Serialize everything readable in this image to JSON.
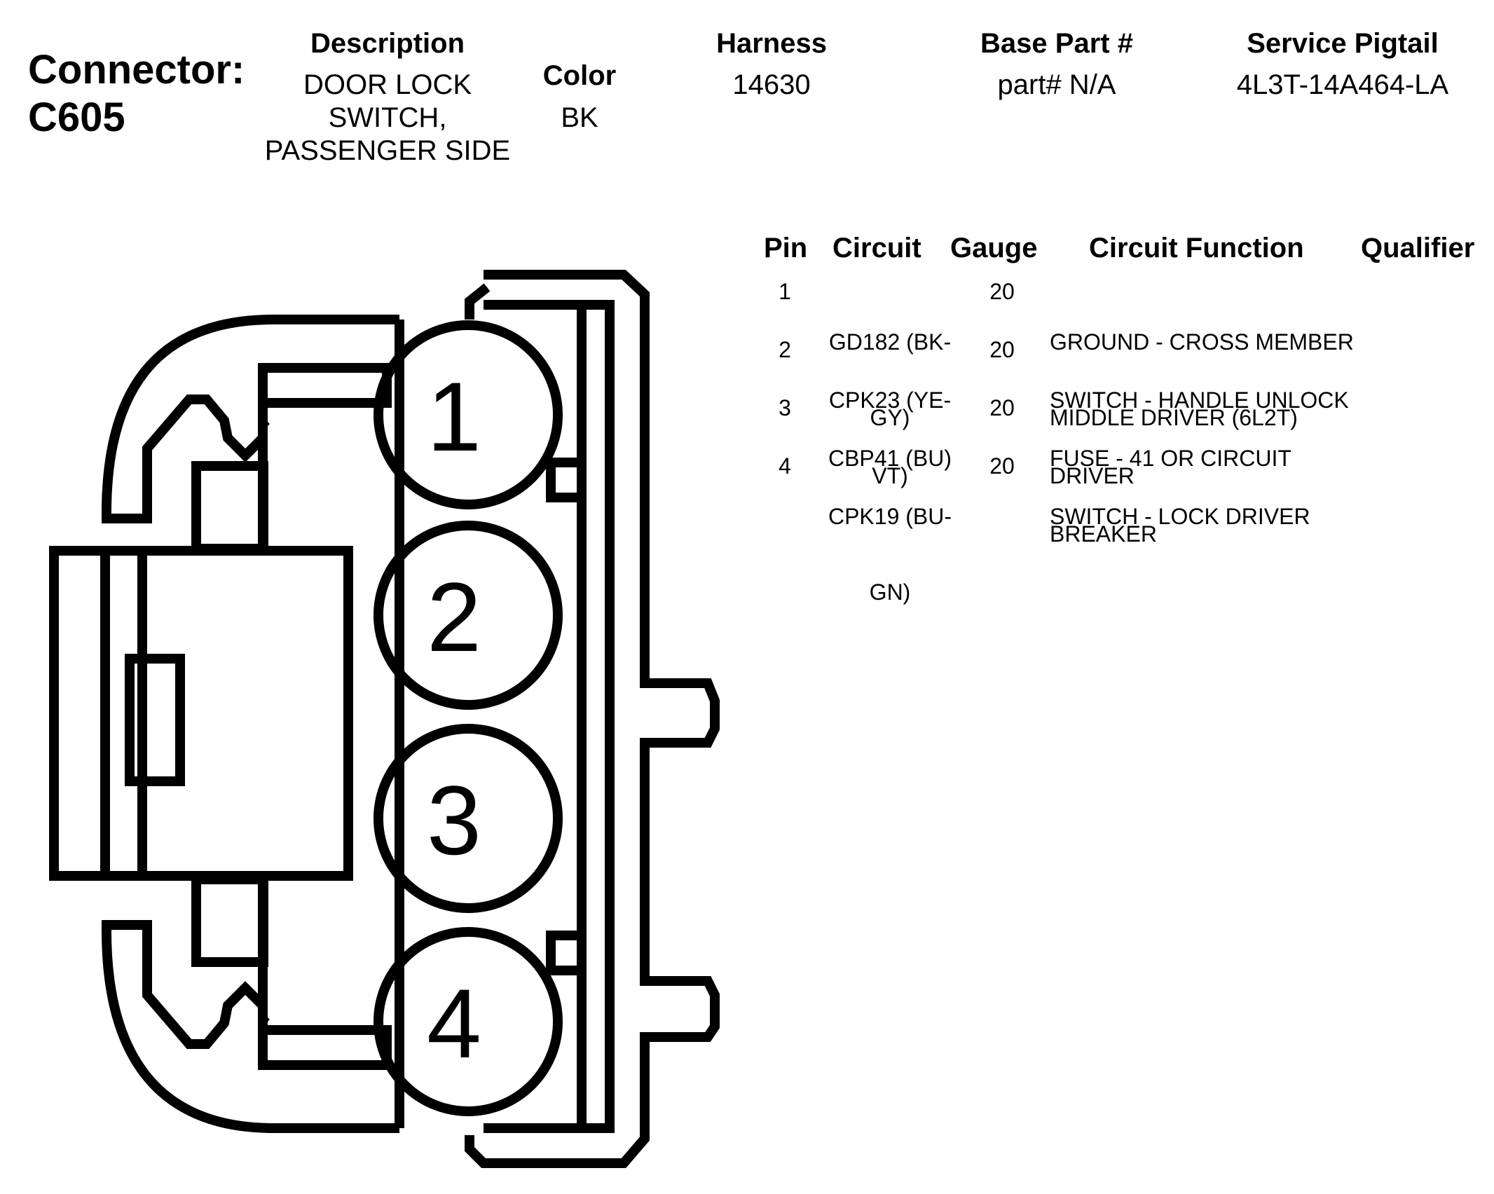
{
  "connector": {
    "label": "Connector:",
    "id": "C605"
  },
  "header": {
    "description_label": "Description",
    "description_lines": [
      "DOOR LOCK",
      "SWITCH,",
      "PASSENGER SIDE"
    ],
    "color_label": "Color",
    "color_value": "BK",
    "harness_label": "Harness",
    "harness_value": "14630",
    "base_part_label": "Base Part #",
    "base_part_value": "part# N/A",
    "service_pigtail_label": "Service Pigtail",
    "service_pigtail_value": "4L3T-14A464-LA"
  },
  "pin_numbers": [
    "1",
    "2",
    "3",
    "4"
  ],
  "pin_table": {
    "columns": [
      "Pin",
      "Circuit",
      "Gauge",
      "Circuit Function",
      "Qualifier"
    ],
    "rows": [
      {
        "pin": "1",
        "circuit": [
          "GD182 (BK-",
          "GY)"
        ],
        "gauge": "20",
        "function": [
          "GROUND - CROSS MEMBER",
          "MIDDLE DRIVER (6L2T)"
        ],
        "qualifier": ""
      },
      {
        "pin": "2",
        "circuit": [
          "CPK23 (YE-",
          "VT)"
        ],
        "gauge": "20",
        "function": [
          "SWITCH - HANDLE UNLOCK",
          "DRIVER"
        ],
        "qualifier": ""
      },
      {
        "pin": "3",
        "circuit": [
          "CBP41 (BU)"
        ],
        "gauge": "20",
        "function": [
          "FUSE - 41 OR CIRCUIT",
          "BREAKER"
        ],
        "qualifier": ""
      },
      {
        "pin": "4",
        "circuit": [
          "CPK19 (BU-",
          "GN)"
        ],
        "gauge": "20",
        "function": [
          "SWITCH - LOCK DRIVER"
        ],
        "qualifier": ""
      }
    ]
  }
}
